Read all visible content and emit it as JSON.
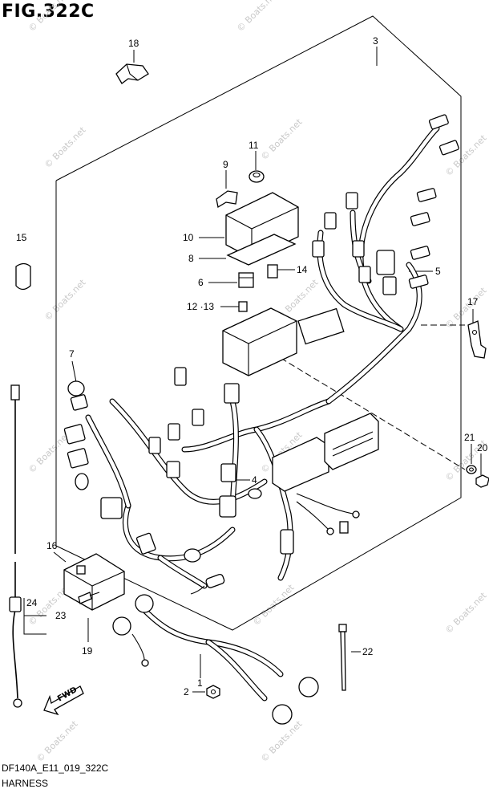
{
  "figure": {
    "title": "FIG.322C",
    "code": "DF140A_E11_019_322C",
    "name": "HARNESS"
  },
  "watermark": "© Boats.net",
  "fwd_label": "FWD",
  "callouts": {
    "c1": "1",
    "c2": "2",
    "c3": "3",
    "c4": "4",
    "c5": "5",
    "c6": "6",
    "c7": "7",
    "c8": "8",
    "c9": "9",
    "c10": "10",
    "c11": "11",
    "c12_13": "12 ·13",
    "c14": "14",
    "c15": "15",
    "c16": "16",
    "c17": "17",
    "c18": "18",
    "c19": "19",
    "c20": "20",
    "c21": "21",
    "c22": "22",
    "c23": "23",
    "c24": "24"
  }
}
